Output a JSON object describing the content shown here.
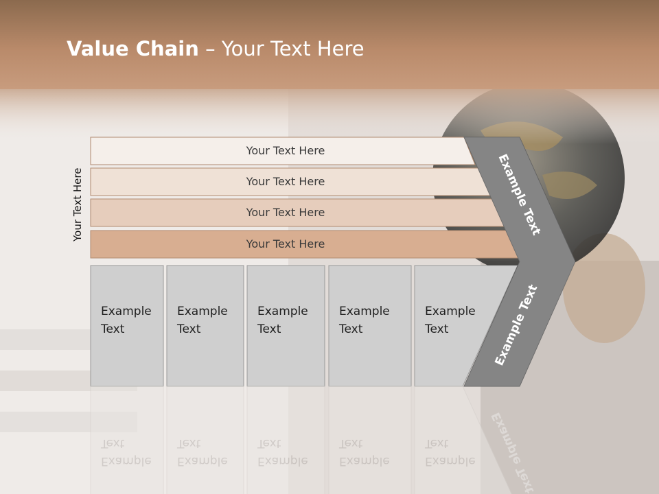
{
  "slide": {
    "title_bold": "Value Chain",
    "title_rest": " – Your Text Here",
    "side_label": "Your Text Here"
  },
  "bars": [
    {
      "label": "Your Text Here",
      "color": "#f5efea"
    },
    {
      "label": "Your Text Here",
      "color": "#efe1d6"
    },
    {
      "label": "Your Text Here",
      "color": "#e6cdbc"
    },
    {
      "label": "Your Text Here",
      "color": "#d8ae91"
    }
  ],
  "boxes": [
    {
      "line1": "Example",
      "line2": "Text"
    },
    {
      "line1": "Example",
      "line2": "Text"
    },
    {
      "line1": "Example",
      "line2": "Text"
    },
    {
      "line1": "Example",
      "line2": "Text"
    },
    {
      "line1": "Example",
      "line2": "Text"
    }
  ],
  "chevron": {
    "upper_label": "Example Text",
    "lower_label": "Example Text",
    "color": "#7a7a7a"
  },
  "colors": {
    "header_top": "#8b6a4e",
    "header_bottom": "#c89c7e",
    "box_fill": "#cfcfcf",
    "box_stroke": "#9a9a9a"
  }
}
